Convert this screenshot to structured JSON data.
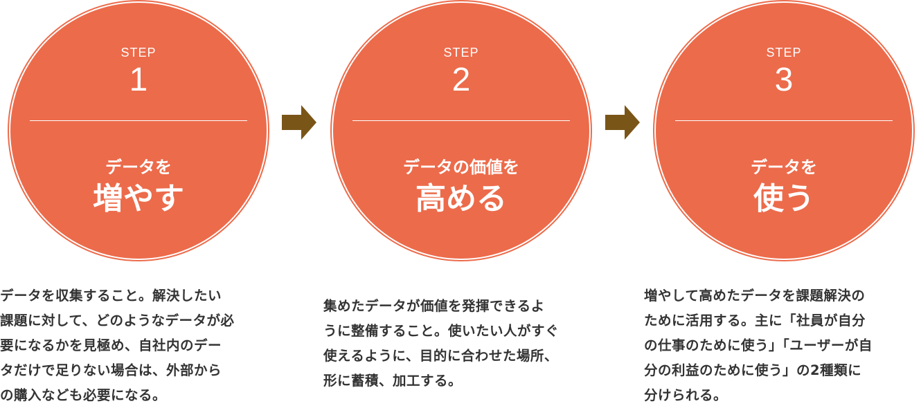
{
  "steps": [
    {
      "step_label": "STEP",
      "number": "1",
      "subtitle": "データを",
      "title": "増やす",
      "description_lines": [
        "データを収集すること。解決したい",
        "課題に対して、どのようなデータが必",
        "要になるかを見極め、自社内のデー",
        "タだけで足りない場合は、外部から",
        "の購入なども必要になる。"
      ]
    },
    {
      "step_label": "STEP",
      "number": "2",
      "subtitle": "データの価値を",
      "title": "高める",
      "description_lines": [
        "集めたデータが価値を発揮できるよ",
        "うに整備すること。使いたい人がすぐ",
        "使えるように、目的に合わせた場所、",
        "形に蓄積、加工する。"
      ]
    },
    {
      "step_label": "STEP",
      "number": "3",
      "subtitle": "データを",
      "title": "使う",
      "description_lines": [
        "増やして高めたデータを課題解決の",
        "ために活用する。主に「社員が自分",
        "の仕事のために使う」「ユーザーが自",
        "分の利益のために使う」の2種類に",
        "分けられる。"
      ]
    }
  ],
  "colors": {
    "circle": "#ec6b4b",
    "arrow": "#7a5518",
    "text": "#333333"
  }
}
